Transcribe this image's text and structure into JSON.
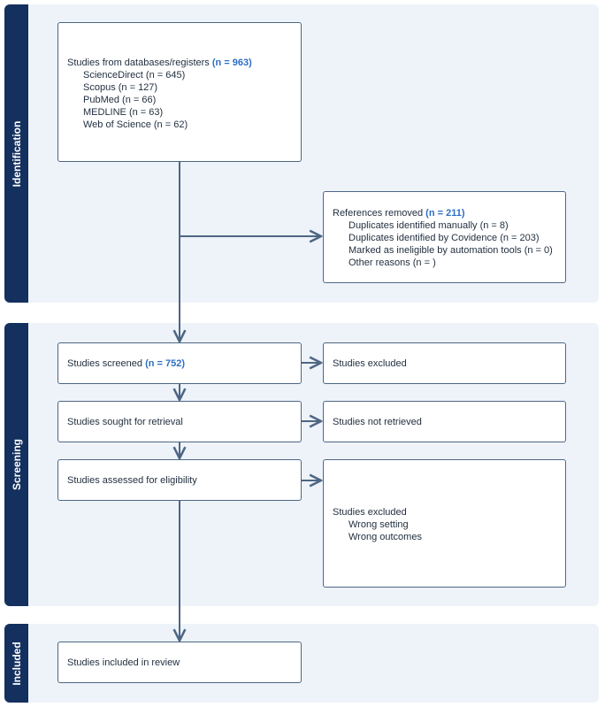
{
  "stages": {
    "identification": "Identification",
    "screening": "Screening",
    "included": "Included"
  },
  "records": {
    "label": "Studies from databases/registers",
    "count": "(n = 963)",
    "sources": [
      "ScienceDirect (n = 645)",
      "Scopus (n = 127)",
      "PubMed (n = 66)",
      "MEDLINE (n = 63)",
      "Web of Science (n = 62)"
    ]
  },
  "removed": {
    "label": "References removed",
    "count": "(n = 211)",
    "items": [
      "Duplicates identified manually (n = 8)",
      "Duplicates identified by Covidence (n = 203)",
      "Marked as ineligible by automation tools (n = 0)",
      "Other reasons (n = )"
    ]
  },
  "screened": {
    "label": "Studies screened",
    "count": "(n = 752)"
  },
  "excluded": {
    "label": "Studies excluded"
  },
  "sought": {
    "label": "Studies sought for retrieval"
  },
  "not_retrieved": {
    "label": "Studies not retrieved"
  },
  "assessed": {
    "label": "Studies assessed for eligibility"
  },
  "excluded_reasons": {
    "label": "Studies excluded",
    "items": [
      "Wrong setting",
      "Wrong outcomes"
    ]
  },
  "included": {
    "label": "Studies included in review"
  },
  "colors": {
    "stage_tab": "#14305e",
    "band": "#eef3fa",
    "box_border": "#4d6684",
    "highlight": "#2d6fc4"
  }
}
